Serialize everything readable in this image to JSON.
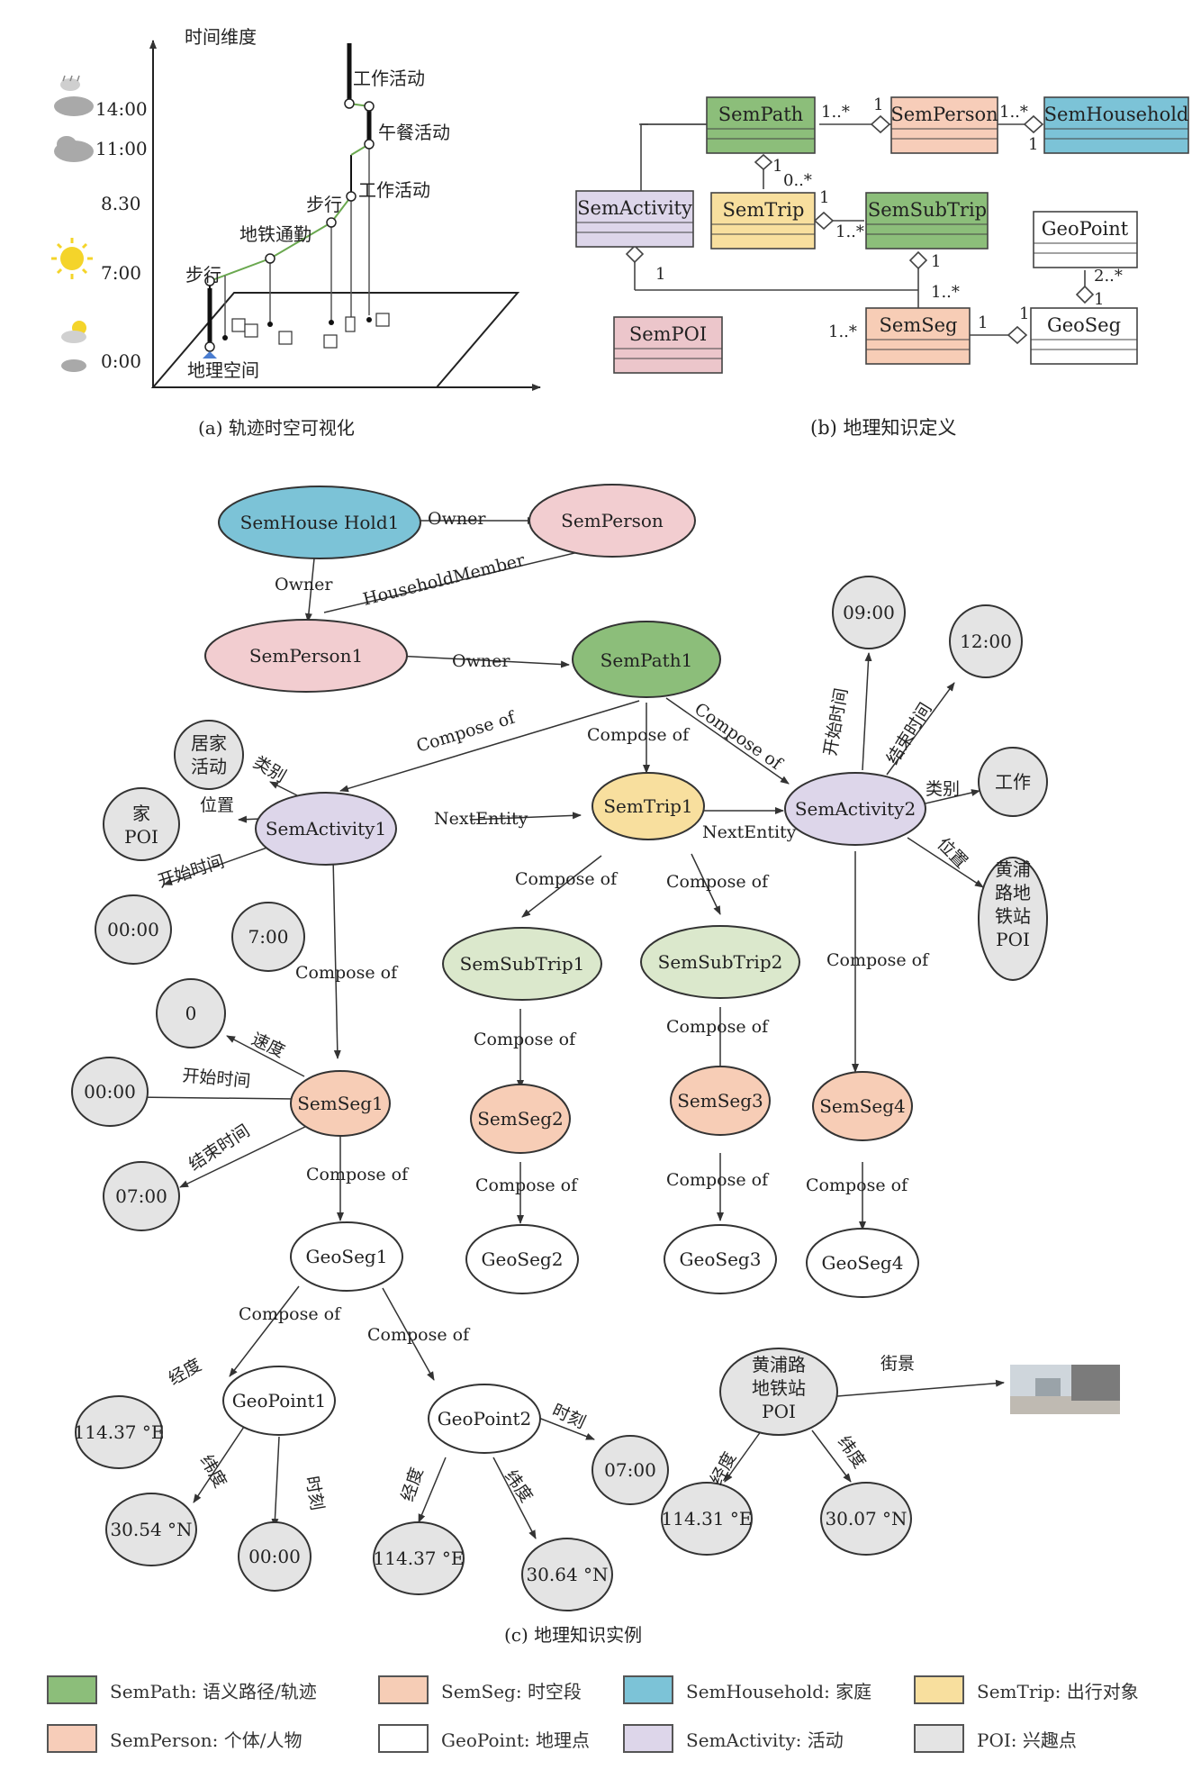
{
  "captions": {
    "a": "(a) 轨迹时空可视化",
    "b": "(b) 地理知识定义",
    "c": "(c) 地理知识实例"
  },
  "panel_a": {
    "time_axis_title": "时间维度",
    "space_label": "地理空间",
    "times": [
      "14:00",
      "11:00",
      "8.30",
      "7:00",
      "0:00"
    ],
    "activities": [
      "工作活动",
      "午餐活动",
      "工作活动",
      "步行",
      "地铁通勤",
      "步行"
    ]
  },
  "panel_b": {
    "classes": {
      "sempath": "SemPath",
      "semperson": "SemPerson",
      "semhousehold": "SemHousehold",
      "semactivity": "SemActivity",
      "semtrip": "SemTrip",
      "semsubtrip": "SemSubTrip",
      "geopoint": "GeoPoint",
      "sempoi": "SemPOI",
      "semseg": "SemSeg",
      "geoseg": "GeoSeg"
    },
    "multiplicities": {
      "path_person_left": "1..*",
      "path_person_right": "1",
      "person_house_left": "1..*",
      "person_house_right": "1",
      "path_trip_top": "1",
      "path_trip_bottom": "0..*",
      "trip_sub_top": "1",
      "trip_sub_bottom": "1..*",
      "activity_seg": "1",
      "sub_seg_top": "1",
      "sub_seg_bottom": "1..*",
      "seg_left": "1..*",
      "seg_geo_left": "1",
      "seg_geo_right": "1",
      "geopoint_geoseg_top": "2..*",
      "geopoint_geoseg_bottom": "1"
    }
  },
  "panel_c": {
    "nodes": {
      "household1": "SemHouse Hold1",
      "semperson": "SemPerson",
      "semperson1": "SemPerson1",
      "sempath1": "SemPath1",
      "home_activity": [
        "居家",
        "活动"
      ],
      "home_poi": [
        "家",
        "POI"
      ],
      "semactivity1": "SemActivity1",
      "semtrip1": "SemTrip1",
      "semactivity2": "SemActivity2",
      "t0900": "09:00",
      "t1200": "12:00",
      "work": "工作",
      "huangpu_poi": [
        "黄浦",
        "路地",
        "铁站",
        "POI"
      ],
      "a1_start": "00:00",
      "a1_end": "7:00",
      "semsubtrip1": "SemSubTrip1",
      "semsubtrip2": "SemSubTrip2",
      "speed0": "0",
      "seg1_start": "00:00",
      "seg1_end": "07:00",
      "semseg1": "SemSeg1",
      "semseg2": "SemSeg2",
      "semseg3": "SemSeg3",
      "semseg4": "SemSeg4",
      "geoseg1": "GeoSeg1",
      "geoseg2": "GeoSeg2",
      "geoseg3": "GeoSeg3",
      "geoseg4": "GeoSeg4",
      "geopoint1": "GeoPoint1",
      "geopoint2": "GeoPoint2",
      "lon1": "114.37 °E",
      "lat1": "30.54 °N",
      "time1": "00:00",
      "lon2": "114.37 °E",
      "lat2": "30.64 °N",
      "time2": "07:00",
      "station_poi": [
        "黄浦路",
        "地铁站",
        "POI"
      ],
      "station_lon": "114.31 °E",
      "station_lat": "30.07 °N"
    },
    "edges": {
      "owner": "Owner",
      "household_member": "HouseholdMember",
      "compose_of": "Compose of",
      "next_entity": "NextEntity",
      "category": "类别",
      "location": "位置",
      "start_time": "开始时间",
      "end_time": "结束时间",
      "speed": "速度",
      "longitude": "经度",
      "latitude": "纬度",
      "moment": "时刻",
      "street_view": "街景"
    }
  },
  "legend": [
    {
      "label": "SemPath: 语义路径/轨迹",
      "color": "#8cbe7a"
    },
    {
      "label": "SemSeg: 时空段",
      "color": "#f6cdb6"
    },
    {
      "label": "SemHousehold: 家庭",
      "color": "#7cc3d7"
    },
    {
      "label": "SemTrip: 出行对象",
      "color": "#f8df9e"
    },
    {
      "label": "SemPerson: 个体/人物",
      "color": "#f7cdb9"
    },
    {
      "label": "GeoPoint: 地理点",
      "color": "#ffffff"
    },
    {
      "label": "SemActivity: 活动",
      "color": "#ddd6ea"
    },
    {
      "label": "POI: 兴趣点",
      "color": "#e4e4e4"
    }
  ],
  "colors": {
    "path": "#8cbe7a",
    "person": "#f7cdb9",
    "household": "#7cc3d7",
    "activity": "#ddd6ea",
    "trip": "#f8df9e",
    "subtrip": "#dbe8cc",
    "seg": "#f7cdb6",
    "poi_class": "#ecc6cb",
    "value": "#e4e4e4"
  }
}
